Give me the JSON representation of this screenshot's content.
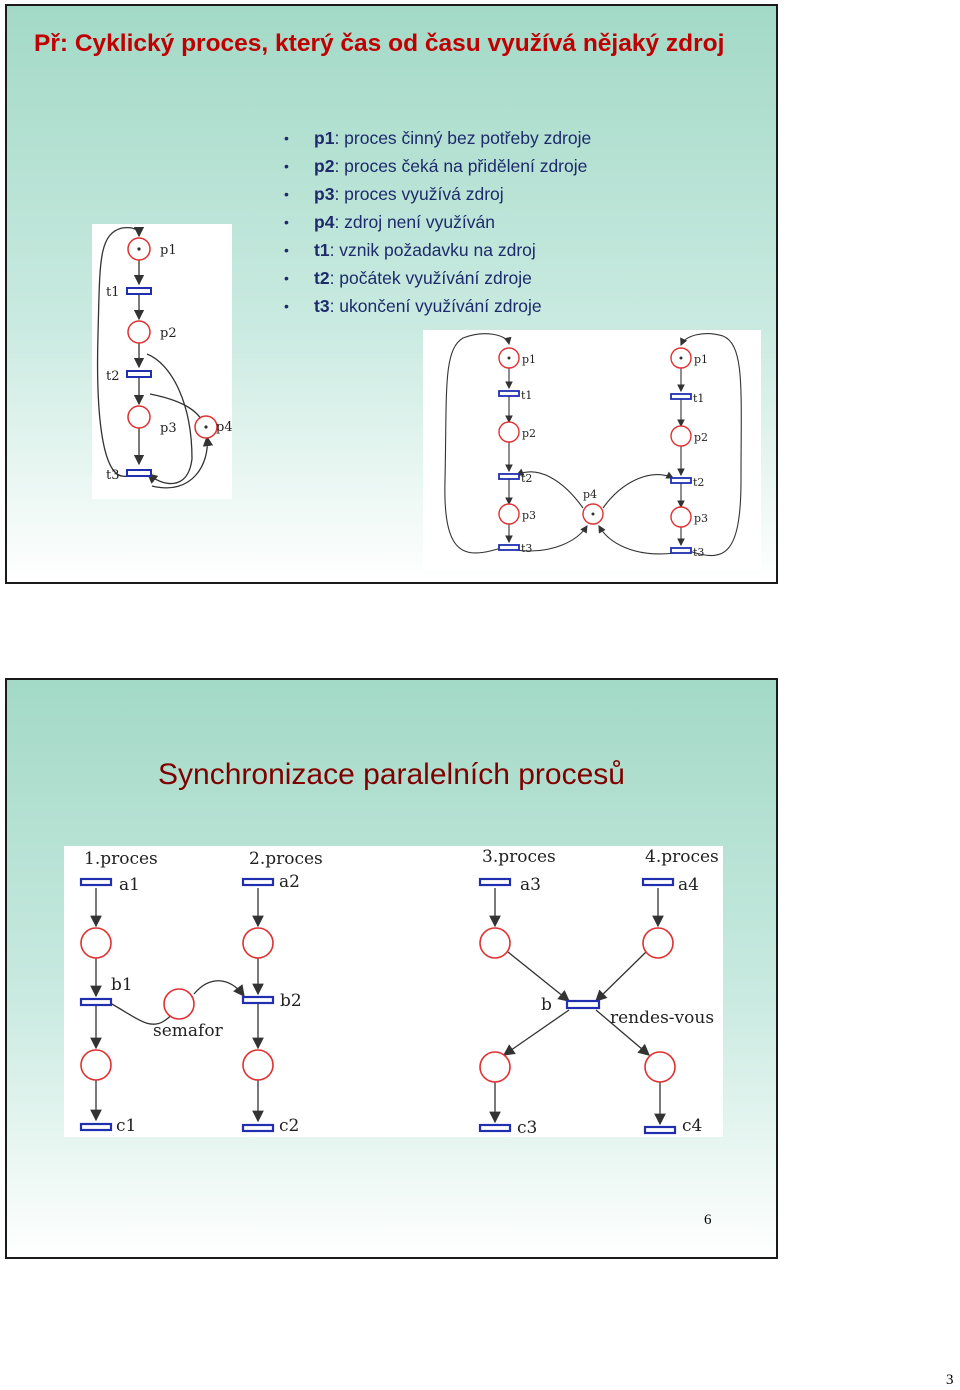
{
  "slide1": {
    "title": "Př: Cyklický proces, který čas od času využívá nějaký zdroj",
    "bullets": [
      {
        "key": "p1",
        "text": ": proces činný bez potřeby zdroje"
      },
      {
        "key": "p2",
        "text": ": proces čeká na přidělení zdroje"
      },
      {
        "key": "p3",
        "text": ": proces využívá zdroj"
      },
      {
        "key": "p4",
        "text": ": zdroj není využíván"
      },
      {
        "key": "t1",
        "text": ": vznik požadavku na zdroj"
      },
      {
        "key": "t2",
        "text": ": počátek využívání zdroje"
      },
      {
        "key": "t3",
        "text": ": ukončení využívání zdroje"
      }
    ],
    "diagram_left": {
      "places": [
        "p1",
        "p2",
        "p3",
        "p4"
      ],
      "transitions": [
        "t1",
        "t2",
        "t3"
      ]
    },
    "diagram_right": {
      "places": [
        "p1",
        "p2",
        "p3",
        "p4",
        "p1",
        "p2",
        "p3"
      ],
      "transitions": [
        "t1",
        "t2",
        "t3",
        "t1",
        "t2",
        "t3"
      ]
    }
  },
  "slide2": {
    "title": "Synchronizace paralelních procesů",
    "processes": [
      "1.proces",
      "2.proces",
      "3.proces",
      "4.proces"
    ],
    "transitions_top": [
      "a1",
      "a2",
      "a3",
      "a4"
    ],
    "transitions_mid": [
      "b1",
      "b2",
      "b"
    ],
    "transitions_bottom": [
      "c1",
      "c2",
      "c3",
      "c4"
    ],
    "semafor_label": "semafor",
    "rendezvous_label": "rendes-vous",
    "slide_number": "6"
  },
  "page_number": "3",
  "colors": {
    "title1": "#c00000",
    "title2": "#800000",
    "bullet_text": "#1d2a6b",
    "place_stroke": "#e03030",
    "transition_stroke": "#1f2fb0"
  }
}
